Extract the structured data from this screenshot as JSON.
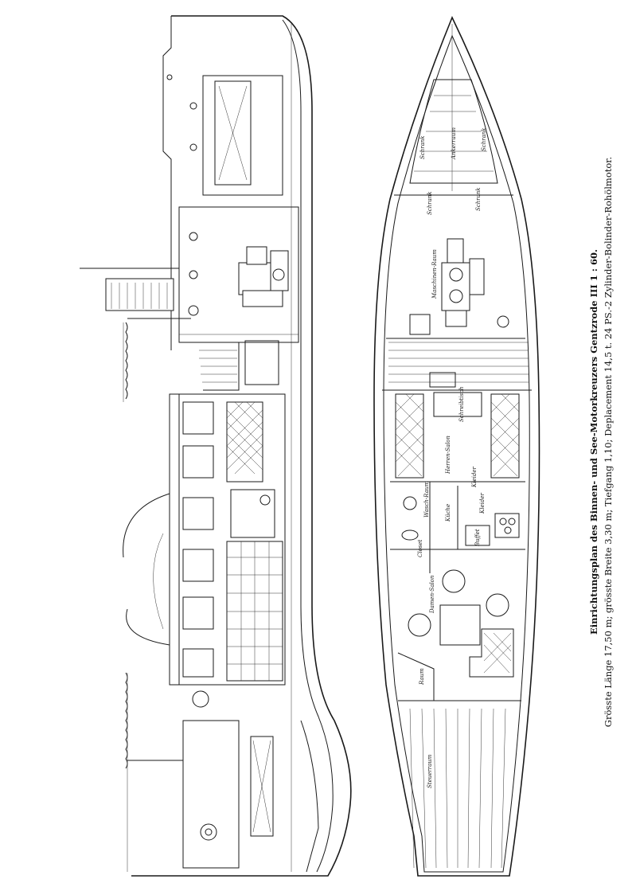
{
  "caption": {
    "title_line": "Einrichtungsplan des Binnen- und See-Motorkreuzers Gentzrode III  1 : 60.",
    "spec_line": "Grösste Länge 17,50 m; grösste Breite 3,30 m; Tiefgang 1,10; Deplacement 14,5 t.  24 PS.-2 Zylinder-Bolinder-Rohölmotor."
  },
  "plan_labels": {
    "fore_room": "Ankerraum",
    "side_left": "Schrank",
    "side_right": "Schrank",
    "small_left": "Schrank",
    "small_right": "Schrank",
    "engine_room": "Maschinen-Raum",
    "cabin_table": "Schreibtisch",
    "saloon": "Herren-Salon",
    "wardrobe_a": "Kleider",
    "wardrobe_b": "Kleider",
    "wash_room": "Wasch-Raum",
    "pantry": "Buffet",
    "closet": "Closet",
    "galley": "Küche",
    "ladies_saloon": "Damen-Salon",
    "aft_room": "Raum",
    "stern": "Steuerraum"
  },
  "colors": {
    "ink": "#1a1a1a",
    "paper": "#ffffff"
  }
}
